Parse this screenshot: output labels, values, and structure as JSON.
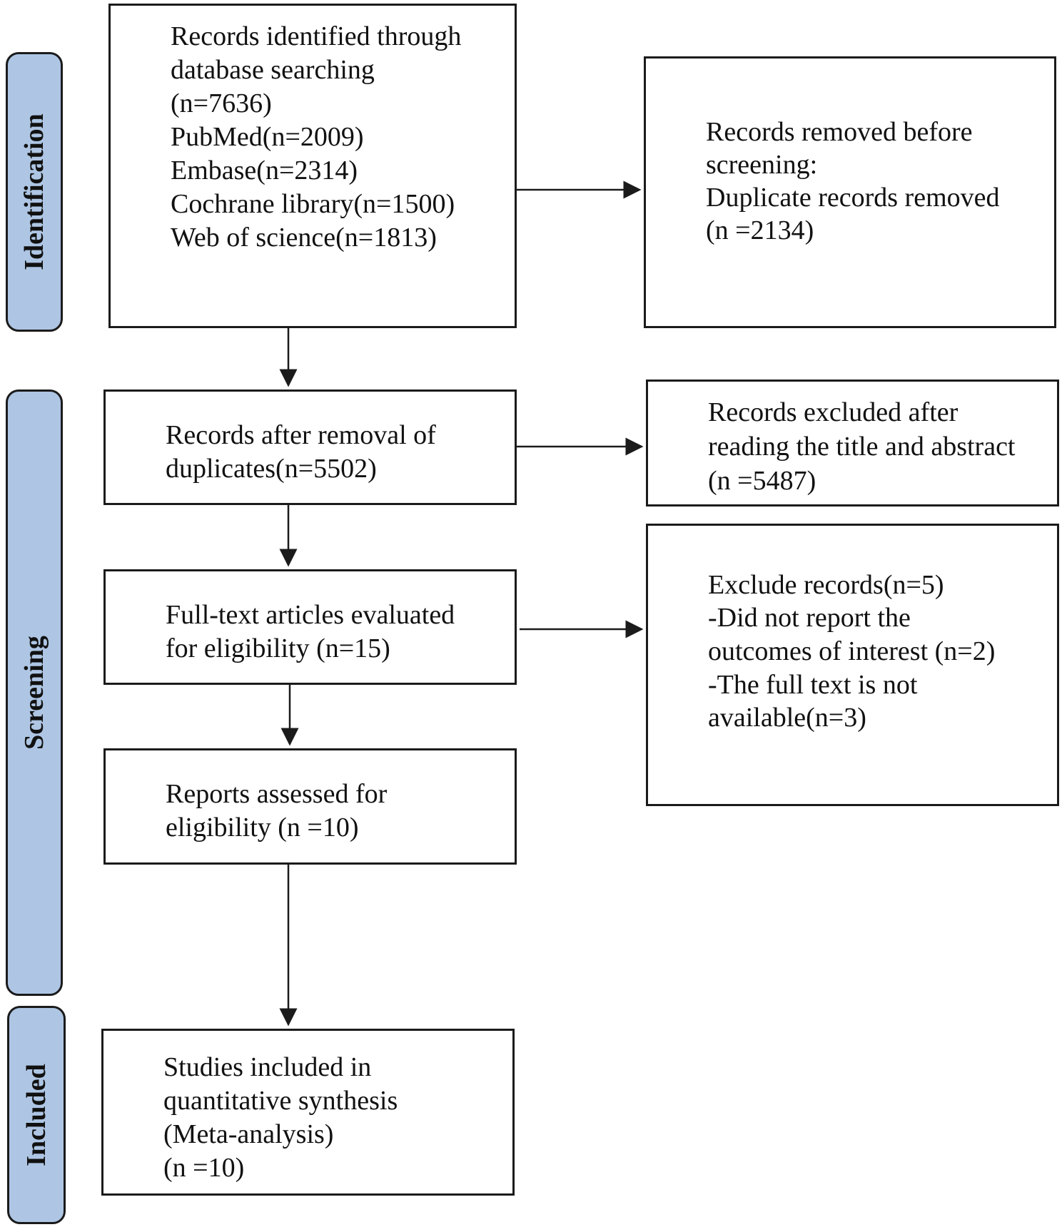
{
  "phases": {
    "identification": "Identification",
    "screening": "Screening",
    "included": "Included"
  },
  "boxes": {
    "identified": {
      "lines": [
        "Records identified through",
        "database searching",
        "(n=7636)",
        "PubMed(n=2009)",
        "Embase(n=2314)",
        "Cochrane library(n=1500)",
        "Web of science(n=1813)"
      ]
    },
    "removed_before_screening": {
      "lines": [
        "Records removed before",
        "screening:",
        "Duplicate records removed",
        "(n =2134)"
      ]
    },
    "after_duplicates": {
      "lines": [
        "Records after removal of",
        "duplicates(n=5502)"
      ]
    },
    "excluded_title_abstract": {
      "lines": [
        "Records excluded after",
        "reading the title and abstract",
        "(n =5487)"
      ]
    },
    "fulltext_evaluated": {
      "lines": [
        "Full-text articles evaluated",
        "for eligibility (n=15)"
      ]
    },
    "excluded_records": {
      "lines": [
        "Exclude records(n=5)",
        "-Did not report the",
        "outcomes of interest (n=2)",
        "-The full text is not",
        "available(n=3)"
      ]
    },
    "reports_assessed": {
      "lines": [
        "Reports assessed for",
        "eligibility (n =10)"
      ]
    },
    "studies_included": {
      "lines": [
        "Studies included in",
        "quantitative synthesis",
        "(Meta-analysis)",
        "(n =10)"
      ]
    }
  },
  "colors": {
    "phase_fill": "#aec6e4",
    "stroke": "#1b1b1b"
  }
}
